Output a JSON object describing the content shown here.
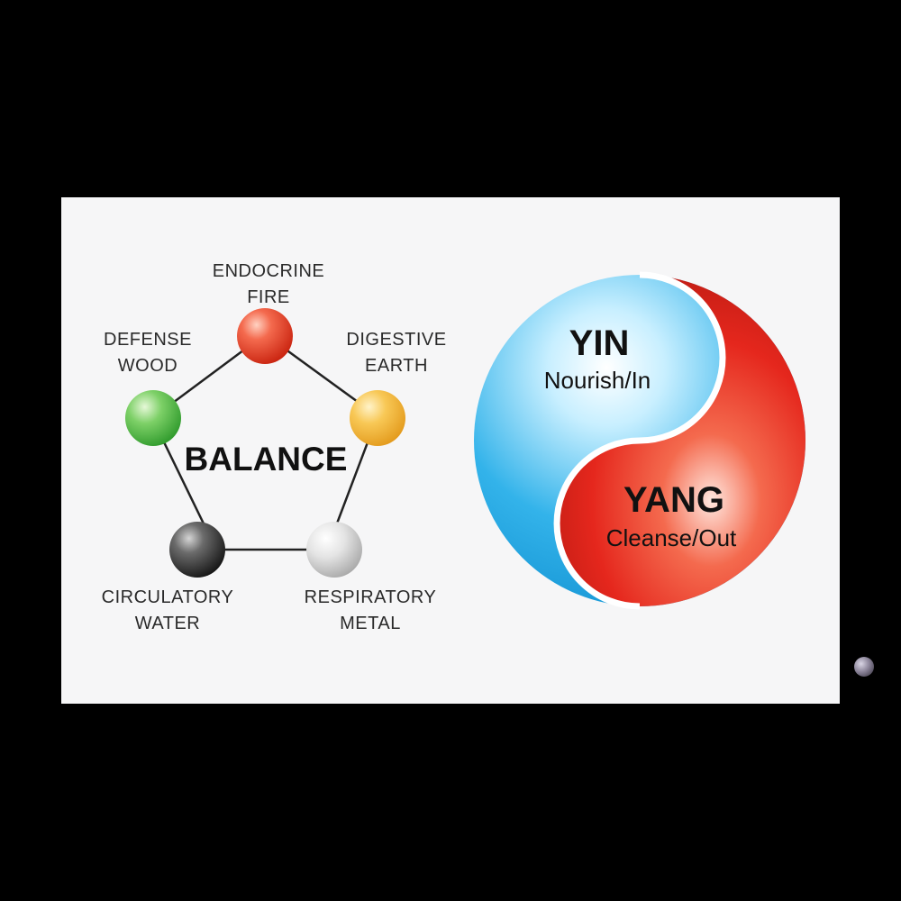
{
  "balance_label": "BALANCE",
  "elements": [
    {
      "key": "endocrine",
      "line1": "ENDOCRINE",
      "line2": "FIRE",
      "color": "#e8412c"
    },
    {
      "key": "digestive",
      "line1": "DIGESTIVE",
      "line2": "EARTH",
      "color": "#f3b437"
    },
    {
      "key": "respiratory",
      "line1": "RESPIRATORY",
      "line2": "METAL",
      "color": "#c9c9c9"
    },
    {
      "key": "circulatory",
      "line1": "CIRCULATORY",
      "line2": "WATER",
      "color": "#3a3a3a"
    },
    {
      "key": "defense",
      "line1": "DEFENSE",
      "line2": "WOOD",
      "color": "#55b94a"
    }
  ],
  "yin": {
    "title": "YIN",
    "subtitle": "Nourish/In",
    "color": "#29a9e1"
  },
  "yang": {
    "title": "YANG",
    "subtitle": "Cleanse/Out",
    "color": "#e5271d"
  }
}
